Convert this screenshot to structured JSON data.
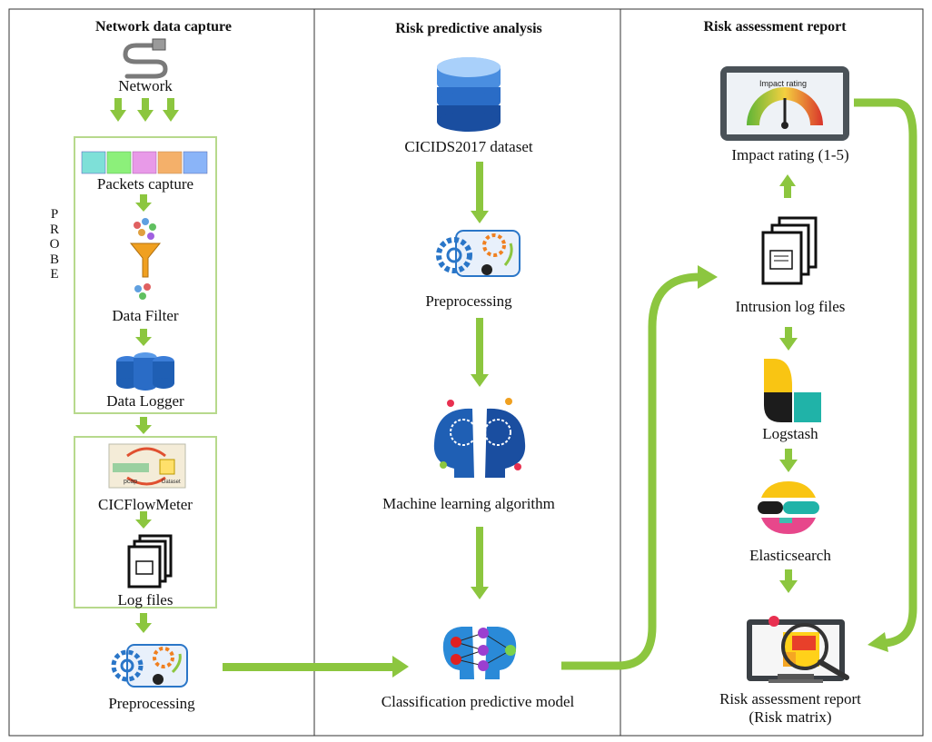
{
  "columns": {
    "capture": {
      "title": "Network data capture",
      "network": "Network",
      "packets": "Packets  capture",
      "probe": [
        "P",
        "R",
        "O",
        "B",
        "E"
      ],
      "filter": "Data Filter",
      "logger": "Data Logger",
      "flowmeter": "CICFlowMeter",
      "logfiles": "Log files",
      "preprocessing": "Preprocessing",
      "flowmeter_tags": {
        "pcap": "pcap",
        "dataset": "Dataset"
      }
    },
    "analysis": {
      "title": "Risk predictive analysis",
      "dataset": "CICIDS2017 dataset",
      "preprocessing": "Preprocessing",
      "ml": "Machine learning algorithm",
      "model": "Classification predictive model"
    },
    "report": {
      "title": "Risk assessment report",
      "impact": "Impact rating (1-5)",
      "impact_gauge_label": "Impact rating",
      "intrusion": "Intrusion log files",
      "logstash": "Logstash",
      "elastic": "Elasticsearch",
      "report_line1": "Risk assessment report",
      "report_line2": "(Risk matrix)"
    }
  },
  "colors": {
    "arrow": "#8cc63f",
    "box_border": "#b7d98c",
    "divider": "#333333",
    "db_blue": "#1f5fb4"
  }
}
